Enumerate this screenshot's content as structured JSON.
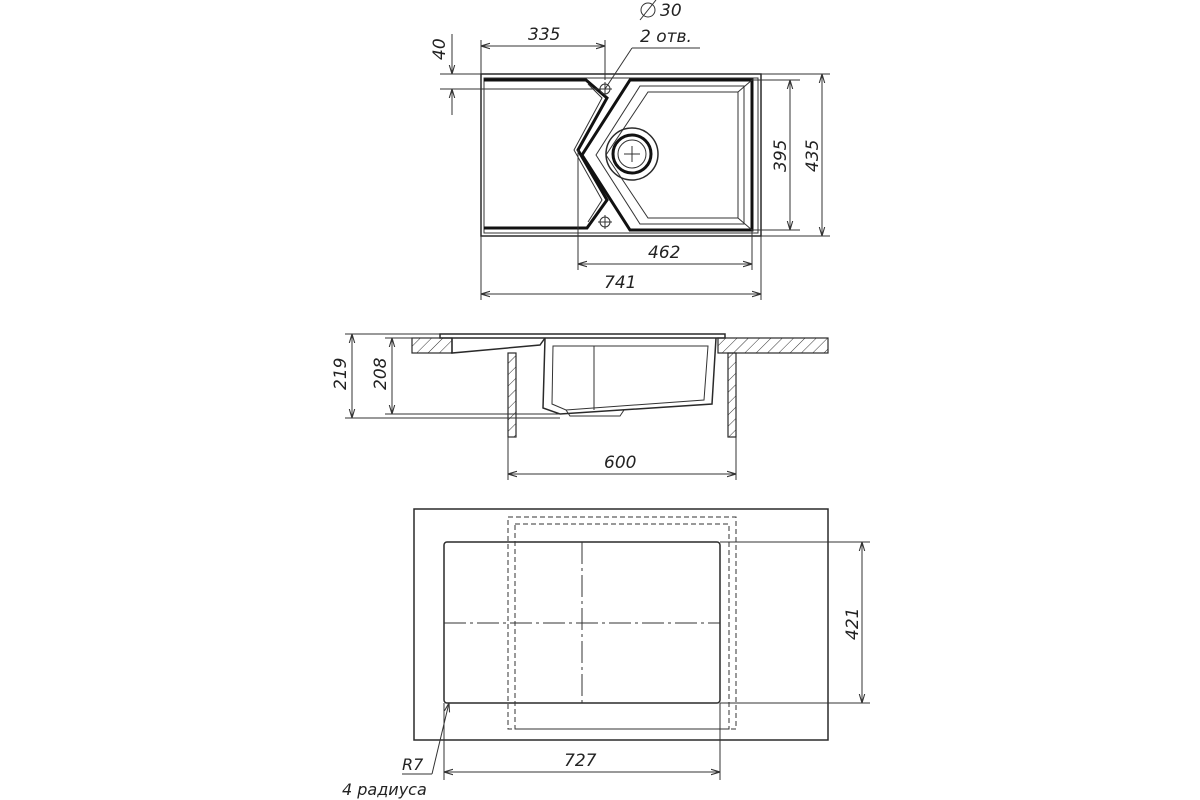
{
  "drawing": {
    "top_view": {
      "dim_width_total": "741",
      "dim_bowl_width": "462",
      "dim_left_offset": "335",
      "dim_depth_total": "435",
      "dim_bowl_depth": "395",
      "dim_tap_offset": "40",
      "hole_diameter": "30",
      "hole_count_note": "2 отв."
    },
    "side_view": {
      "dim_height_total": "219",
      "dim_bowl_height": "208",
      "dim_cabinet_width": "600"
    },
    "cutout_view": {
      "dim_cutout_width": "727",
      "dim_cutout_depth": "421",
      "corner_radius": "R7",
      "corner_note": "4 радиуса"
    }
  }
}
